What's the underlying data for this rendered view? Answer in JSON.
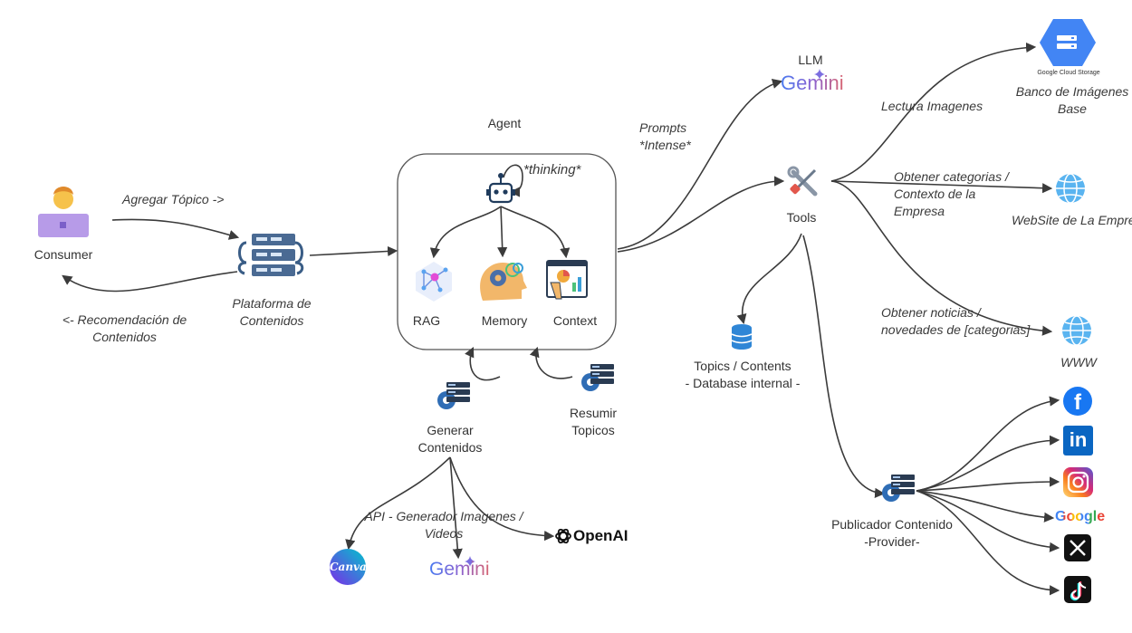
{
  "nodes": {
    "consumer": "Consumer",
    "platform": [
      "Plataforma de",
      "Contenidos"
    ],
    "agent": "Agent",
    "thinking": "*thinking*",
    "rag": "RAG",
    "memory": "Memory",
    "context": "Context",
    "llm": "LLM",
    "tools": "Tools",
    "topics_db": [
      "Topics / Contents",
      "- Database internal -"
    ],
    "generar": [
      "Generar",
      "Contenidos"
    ],
    "resumir": [
      "Resumir",
      "Topicos"
    ],
    "publicador": [
      "Publicador Contenido",
      "-Provider-"
    ],
    "banco": [
      "Banco de Imágenes",
      "Base"
    ],
    "website": "WebSite de La Empresa",
    "www": "WWW",
    "gcs_caption": "Google Cloud Storage"
  },
  "edges": {
    "agregar": "Agregar Tópico ->",
    "recomendacion": [
      "<- Recomendación de",
      "Contenidos"
    ],
    "prompts": [
      "Prompts",
      "*Intense*"
    ],
    "lectura": "Lectura Imagenes",
    "obtener_cat": [
      "Obtener categorias /",
      "Contexto de la",
      "Empresa"
    ],
    "obtener_not": [
      "Obtener noticias /",
      "novedades de [categorias]"
    ],
    "api": [
      "API - Generador Imagenes /",
      "Videos"
    ]
  },
  "logos": {
    "gemini": "Gemini",
    "openai": "OpenAI",
    "canva": "Canva",
    "google": "Google",
    "linkedin": "in",
    "facebook": "f"
  },
  "colors": {
    "edge": "#3b3b3b",
    "gcs_blue": "#4285f4",
    "facebook": "#1877f2",
    "linkedin": "#0a66c2",
    "canva": "#7d2ae8"
  }
}
